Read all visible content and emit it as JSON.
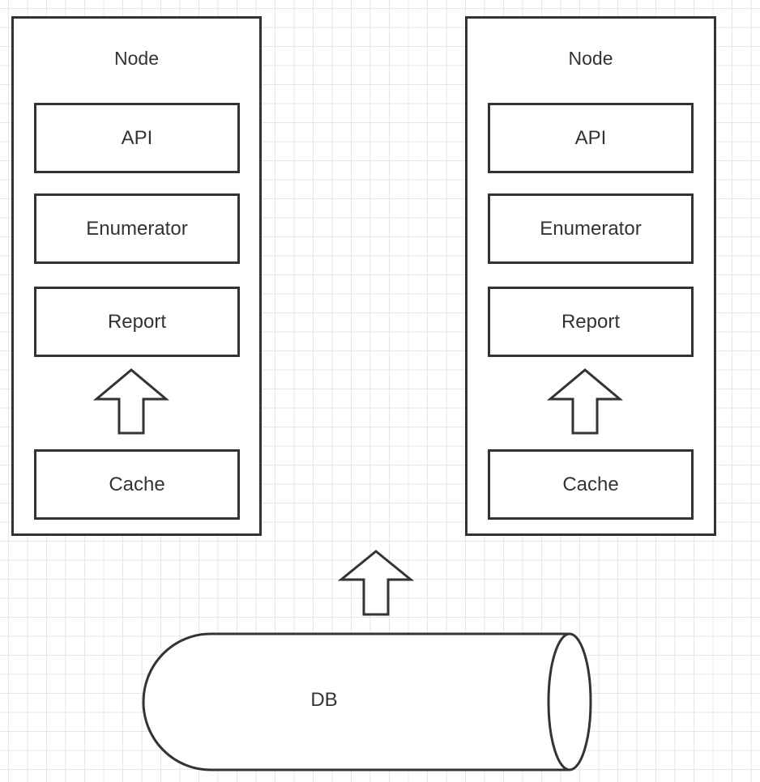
{
  "nodes": [
    {
      "title": "Node",
      "components": {
        "api": "API",
        "enumerator": "Enumerator",
        "report": "Report",
        "cache": "Cache"
      }
    },
    {
      "title": "Node",
      "components": {
        "api": "API",
        "enumerator": "Enumerator",
        "report": "Report",
        "cache": "Cache"
      }
    }
  ],
  "database": {
    "label": "DB"
  },
  "colors": {
    "stroke": "#333333",
    "fill": "#ffffff",
    "grid": "#e6e6e6"
  },
  "icons": {
    "arrow": "up-arrow-icon",
    "database": "database-cylinder-icon"
  }
}
